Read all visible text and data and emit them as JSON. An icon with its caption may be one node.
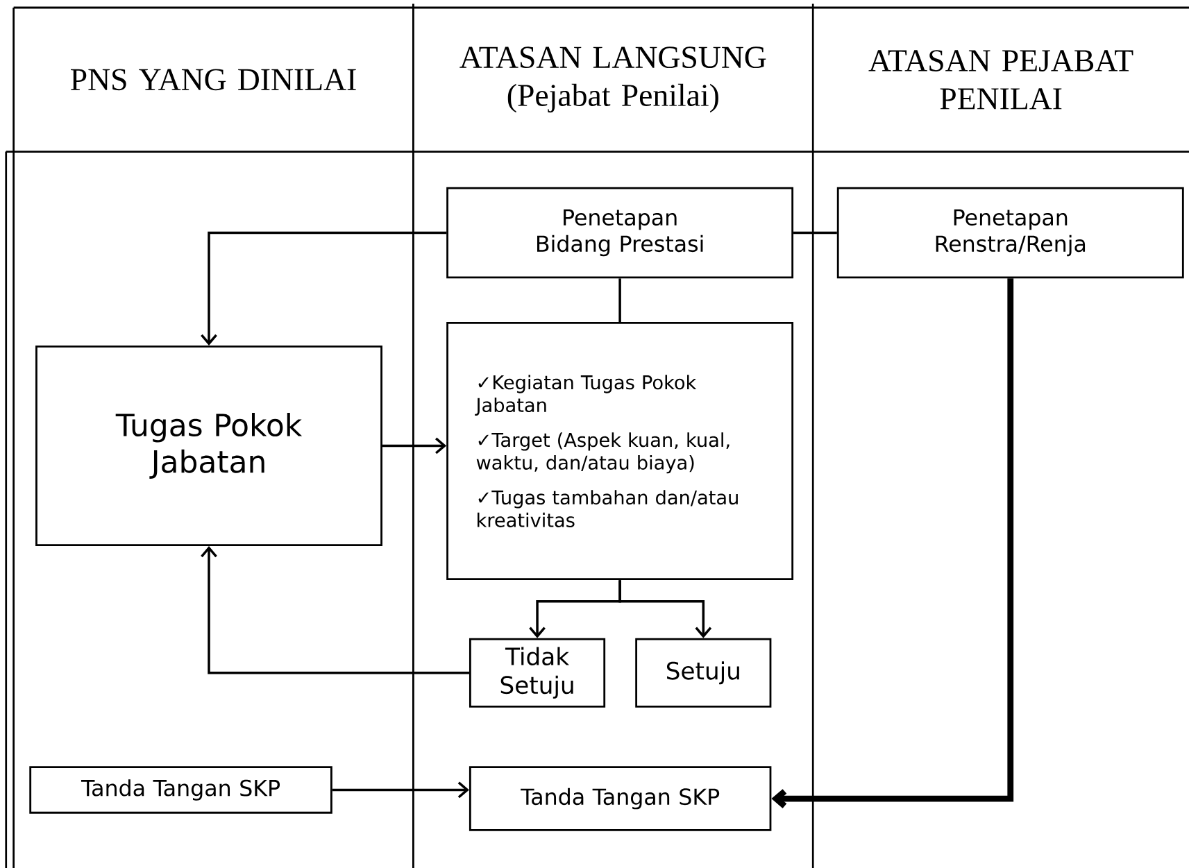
{
  "diagram": {
    "nodes": [
      {
        "text": [
          "PNS YANG DINILAI"
        ]
      },
      {
        "text": [
          "ATASAN LANGSUNG",
          "(Pejabat Penilai)"
        ]
      },
      {
        "text": [
          "ATASAN PEJABAT PENILAI"
        ]
      },
      {
        "text": [
          "Penetapan Bidang Prestasi"
        ]
      },
      {
        "text": [
          "Penetapan Renstra/Renja"
        ]
      },
      {
        "text": [
          "Tugas Pokok Jabatan"
        ]
      },
      {
        "text": [
          "✓Kegiatan Tugas Pokok Jabatan",
          "✓Target (Aspek kuan, kual, waktu, dan/atau biaya)",
          "✓Tugas tambahan dan/atau kreativitas"
        ]
      },
      {
        "text": [
          "Tidak Setuju"
        ]
      },
      {
        "text": [
          "Setuju"
        ]
      },
      {
        "text": [
          "Tanda Tangan SKP"
        ]
      },
      {
        "text": [
          "Tanda Tangan SKP"
        ]
      }
    ],
    "edges": [
      {
        "from": 3,
        "to": 5,
        "arrow": "to"
      },
      {
        "from": 3,
        "to": 4,
        "arrow": "none"
      },
      {
        "from": 3,
        "to": 6,
        "arrow": "none"
      },
      {
        "from": 5,
        "to": 6,
        "arrow": "to"
      },
      {
        "from": 6,
        "to": 7,
        "arrow": "to"
      },
      {
        "from": 6,
        "to": 8,
        "arrow": "to"
      },
      {
        "from": 7,
        "to": 5,
        "arrow": "to"
      },
      {
        "from": 9,
        "to": 10,
        "arrow": "to"
      },
      {
        "from": 4,
        "to": 10,
        "arrow": "to",
        "style": "thick"
      }
    ]
  }
}
